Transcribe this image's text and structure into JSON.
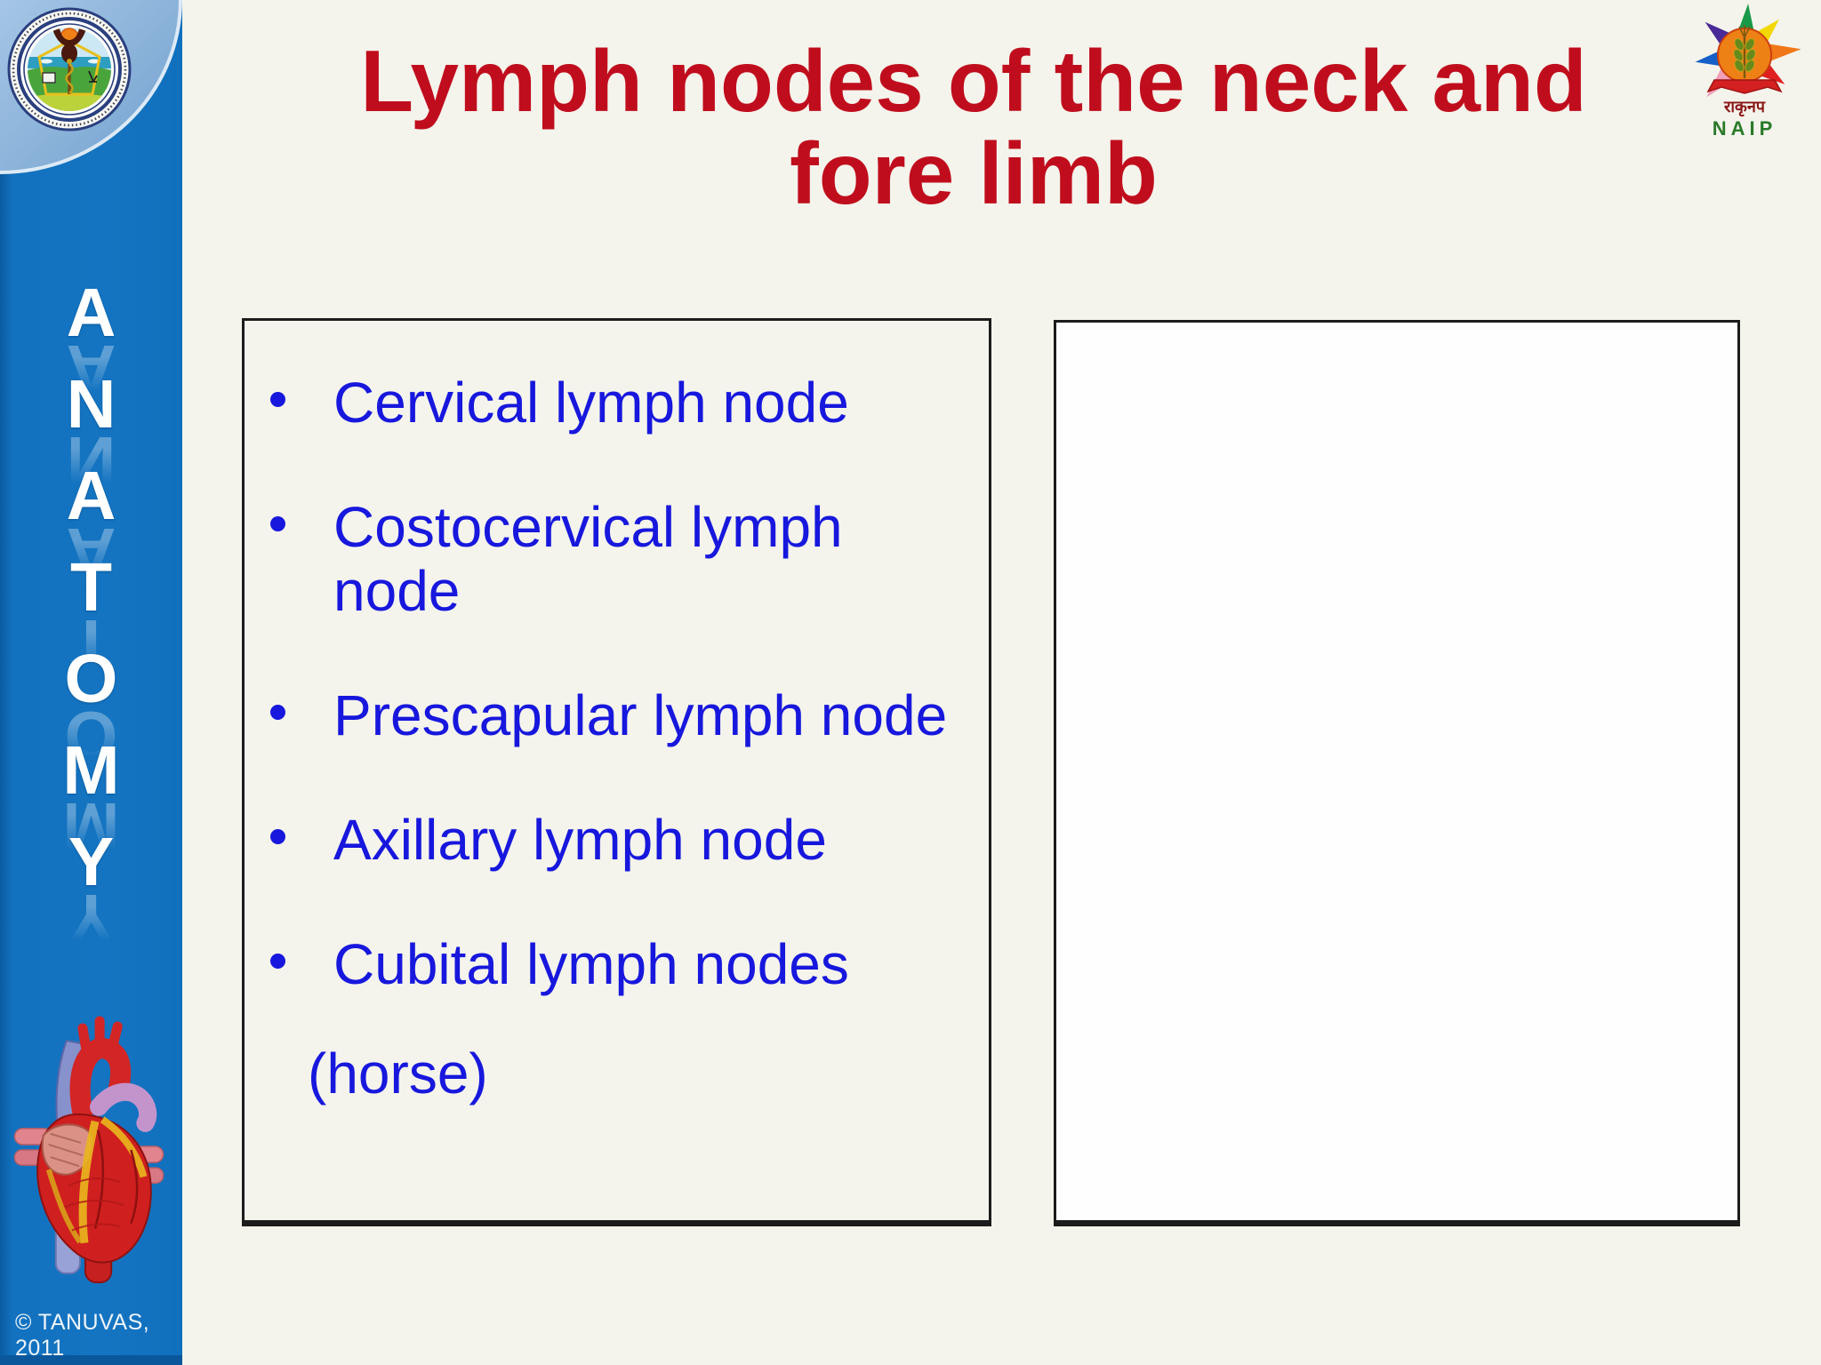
{
  "slide": {
    "title_line1": "Lymph nodes of the neck and",
    "title_line2": "fore limb",
    "title_color": "#c00d1d",
    "background_color": "#f4f4ec"
  },
  "sidebar": {
    "vertical_text": [
      "A",
      "N",
      "A",
      "T",
      "O",
      "M",
      "Y"
    ],
    "copyright": "© TANUVAS, 2011",
    "base_color": "#1474c1",
    "top_curve_color": "#8ab2d9",
    "emblem_icon": "tanuvas-university-emblem-icon",
    "heart_icon": "anatomical-heart-illustration-icon"
  },
  "naip_logo": {
    "icon": "naip-starburst-wheat-icon",
    "hindi_text": "राकृनप",
    "latin_text": "NAIP",
    "latin_color": "#2a7a2a",
    "hindi_color": "#8a1616"
  },
  "list": {
    "text_color": "#1717dd",
    "items": [
      {
        "text": "Cervical lymph node"
      },
      {
        "text": "Costocervical lymph node"
      },
      {
        "text": "Prescapular lymph node"
      },
      {
        "text": "Axillary lymph node"
      },
      {
        "text": "Cubital lymph nodes",
        "cont": "(horse)"
      }
    ]
  }
}
